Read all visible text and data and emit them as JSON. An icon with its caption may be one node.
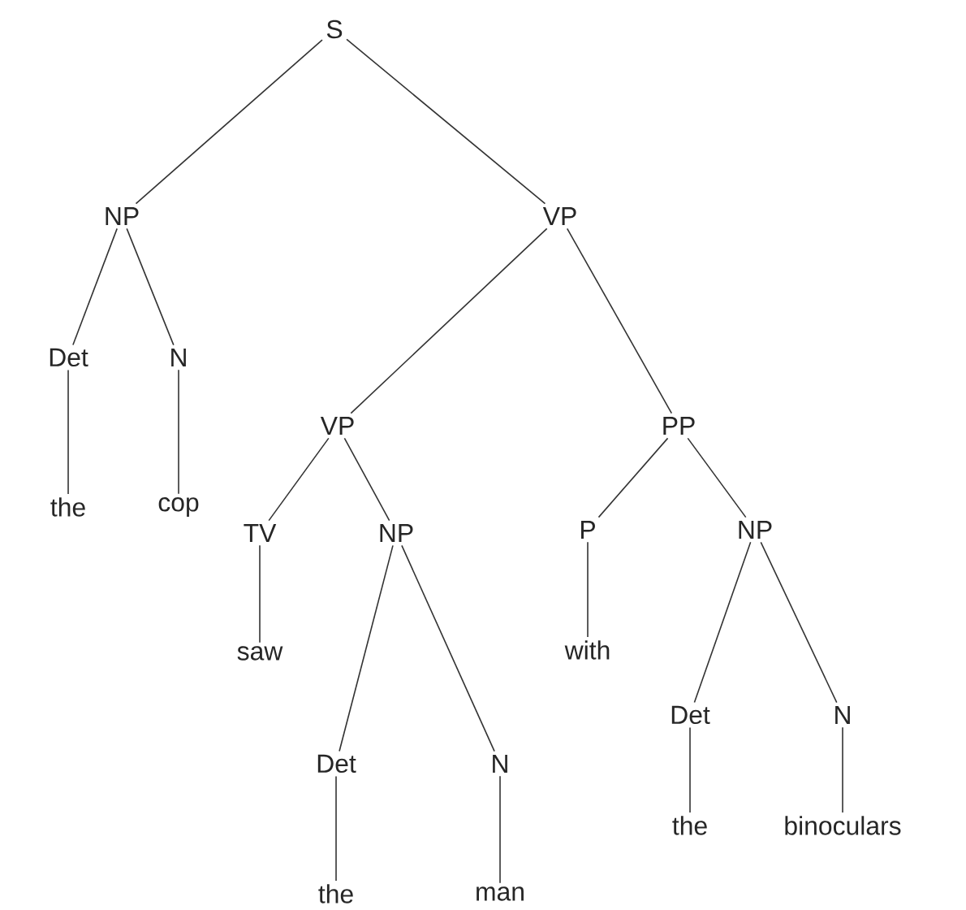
{
  "diagram": {
    "nodes": [
      {
        "text": [
          "S"
        ]
      },
      {
        "text": [
          "NP"
        ]
      },
      {
        "text": [
          "VP"
        ]
      },
      {
        "text": [
          "Det"
        ]
      },
      {
        "text": [
          "N"
        ]
      },
      {
        "text": [
          "the"
        ]
      },
      {
        "text": [
          "cop"
        ]
      },
      {
        "text": [
          "VP"
        ]
      },
      {
        "text": [
          "PP"
        ]
      },
      {
        "text": [
          "TV"
        ]
      },
      {
        "text": [
          "NP"
        ]
      },
      {
        "text": [
          "saw"
        ]
      },
      {
        "text": [
          "Det"
        ]
      },
      {
        "text": [
          "N"
        ]
      },
      {
        "text": [
          "the"
        ]
      },
      {
        "text": [
          "man"
        ]
      },
      {
        "text": [
          "P"
        ]
      },
      {
        "text": [
          "NP"
        ]
      },
      {
        "text": [
          "with"
        ]
      },
      {
        "text": [
          "Det"
        ]
      },
      {
        "text": [
          "N"
        ]
      },
      {
        "text": [
          "the"
        ]
      },
      {
        "text": [
          "binoculars"
        ]
      }
    ],
    "edges": [
      {
        "from": 0,
        "to": 1,
        "arrow": "none"
      },
      {
        "from": 0,
        "to": 2,
        "arrow": "none"
      },
      {
        "from": 1,
        "to": 3,
        "arrow": "none"
      },
      {
        "from": 1,
        "to": 4,
        "arrow": "none"
      },
      {
        "from": 3,
        "to": 5,
        "arrow": "none"
      },
      {
        "from": 4,
        "to": 6,
        "arrow": "none"
      },
      {
        "from": 2,
        "to": 7,
        "arrow": "none"
      },
      {
        "from": 2,
        "to": 8,
        "arrow": "none"
      },
      {
        "from": 7,
        "to": 9,
        "arrow": "none"
      },
      {
        "from": 7,
        "to": 10,
        "arrow": "none"
      },
      {
        "from": 9,
        "to": 11,
        "arrow": "none"
      },
      {
        "from": 10,
        "to": 12,
        "arrow": "none"
      },
      {
        "from": 10,
        "to": 13,
        "arrow": "none"
      },
      {
        "from": 12,
        "to": 14,
        "arrow": "none"
      },
      {
        "from": 13,
        "to": 15,
        "arrow": "none"
      },
      {
        "from": 8,
        "to": 16,
        "arrow": "none"
      },
      {
        "from": 8,
        "to": 17,
        "arrow": "none"
      },
      {
        "from": 16,
        "to": 18,
        "arrow": "none"
      },
      {
        "from": 17,
        "to": 19,
        "arrow": "none"
      },
      {
        "from": 17,
        "to": 20,
        "arrow": "none"
      },
      {
        "from": 19,
        "to": 21,
        "arrow": "none"
      },
      {
        "from": 20,
        "to": 22,
        "arrow": "none"
      }
    ]
  }
}
